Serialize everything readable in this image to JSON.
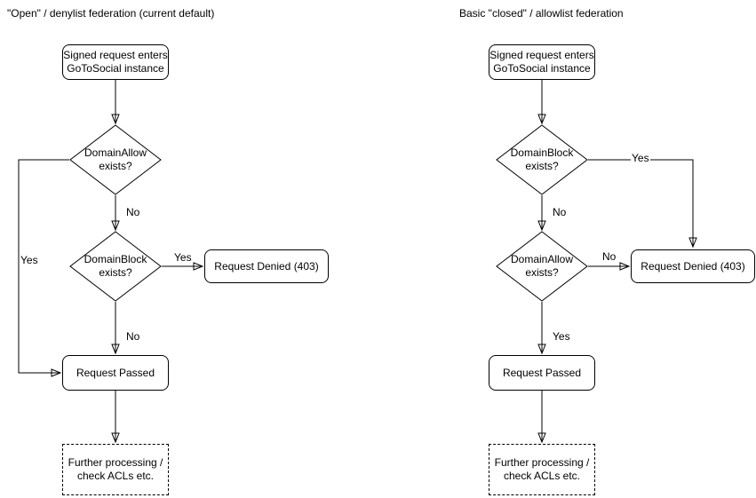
{
  "canvas": {
    "background_color": "#ffffff",
    "stroke_color": "#000000",
    "text_color": "#000000"
  },
  "left_chart": {
    "title": "\"Open\" / denylist federation (current default)",
    "nodes": {
      "start": "Signed request enters\nGoToSocial instance",
      "decision1": "DomainAllow\nexists?",
      "decision2": "DomainBlock\nexists?",
      "denied": "Request Denied (403)",
      "passed": "Request Passed",
      "further": "Further processing /\ncheck ACLs etc."
    },
    "edge_labels": {
      "decision1_yes": "Yes",
      "decision1_no": "No",
      "decision2_yes": "Yes",
      "decision2_no": "No"
    }
  },
  "right_chart": {
    "title": "Basic \"closed\" / allowlist federation",
    "nodes": {
      "start": "Signed request enters\nGoToSocial instance",
      "decision1": "DomainBlock\nexists?",
      "decision2": "DomainAllow\nexists?",
      "denied": "Request Denied (403)",
      "passed": "Request Passed",
      "further": "Further processing /\ncheck ACLs etc."
    },
    "edge_labels": {
      "decision1_yes": "Yes",
      "decision1_no": "No",
      "decision2_no": "No",
      "decision2_yes": "Yes"
    }
  }
}
